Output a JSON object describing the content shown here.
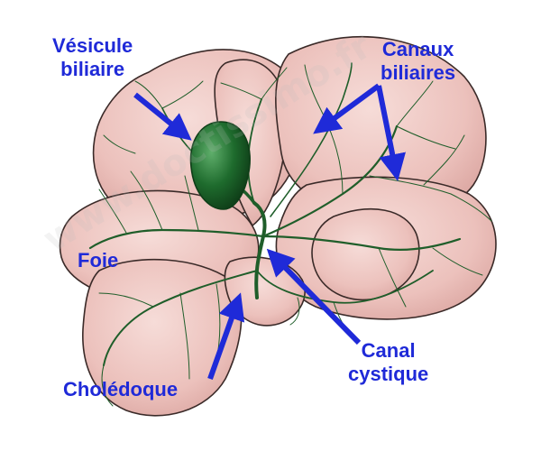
{
  "labels": {
    "vesicule": [
      "Vésicule",
      "biliaire"
    ],
    "canaux": [
      "Canaux",
      "biliaires"
    ],
    "foie": "Foie",
    "canal": [
      "Canal",
      "cystique"
    ],
    "choledoque": "Cholédoque"
  },
  "colors": {
    "label_blue": "#1f2ad8",
    "liver_fill": "#ecc2bd",
    "liver_outline": "#3a2a28",
    "bile_green": "#1f5e2a",
    "gallbladder": "#1d6b2b"
  }
}
